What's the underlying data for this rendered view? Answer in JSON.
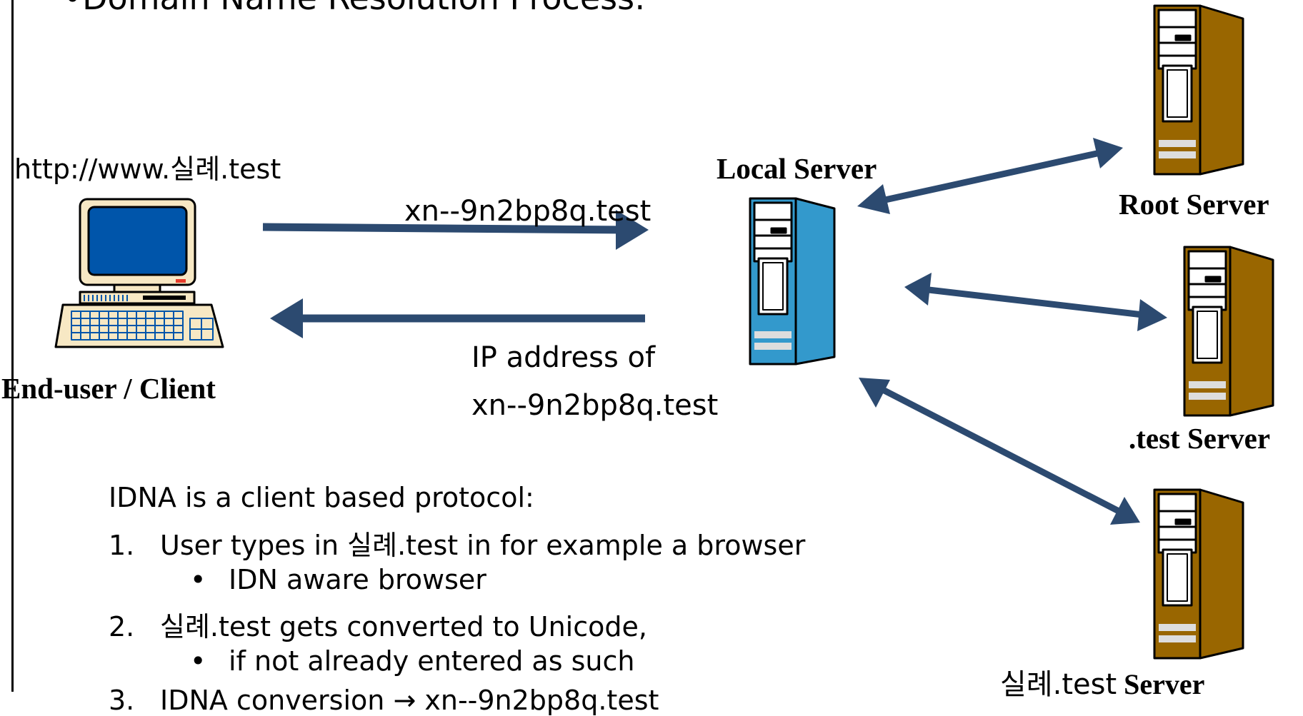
{
  "slide": {
    "heading": "•Domain Name Resolution Process:",
    "client_url": "http://www.실례.test",
    "client_label": "End-user / Client",
    "local_server_label": "Local Server",
    "query_label": "xn--9n2bp8q.test",
    "reply_label_line1": "IP address of",
    "reply_label_line2": "xn--9n2bp8q.test",
    "root_server_label": "Root Server",
    "test_server_label": ".test Server",
    "idn_server_prefix": "실례.test",
    "idn_server_suffix": "Server"
  },
  "notes": {
    "intro": "IDNA is a client based protocol:",
    "items": [
      {
        "num": "1.",
        "text": "User types in 실례.test in for example a browser"
      },
      {
        "bullet": "•",
        "text": "IDN aware browser"
      },
      {
        "num": "2.",
        "text": "실례.test gets converted to Unicode,"
      },
      {
        "bullet": "•",
        "text": "if not already entered as such"
      },
      {
        "num": "3.",
        "text": "IDNA conversion → xn--9n2bp8q.test"
      }
    ]
  },
  "colors": {
    "arrow": "#2c4a70",
    "local_server": "#3399cc",
    "remote_server": "#996600",
    "screen": "#0055aa"
  }
}
